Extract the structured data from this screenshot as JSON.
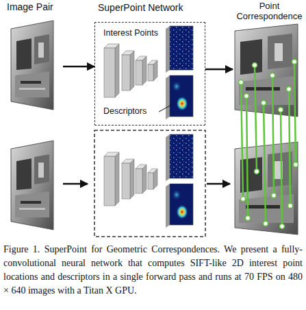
{
  "diagram": {
    "caption": "Figure 1. SuperPoint for Geometric Correspondences. We present a fully-convolutional neural network that computes SIFT-like 2D interest point locations and descriptors in a single forward pass and runs at 70 FPS on 480 × 640 images with a Titan X GPU.",
    "nodes": [
      {
        "text": [
          "Image Pair"
        ]
      },
      {
        "text": [
          "SuperPoint Network"
        ]
      },
      {
        "text": [
          "Interest Points"
        ],
        "in": 1
      },
      {
        "text": [
          "Descriptors"
        ],
        "in": 1
      },
      {
        "text": [
          "Point Correspondence"
        ]
      }
    ],
    "edges": [
      {
        "from": 0,
        "to": 1,
        "arrow": "to"
      },
      {
        "from": 1,
        "to": 4,
        "arrow": "to"
      }
    ]
  }
}
